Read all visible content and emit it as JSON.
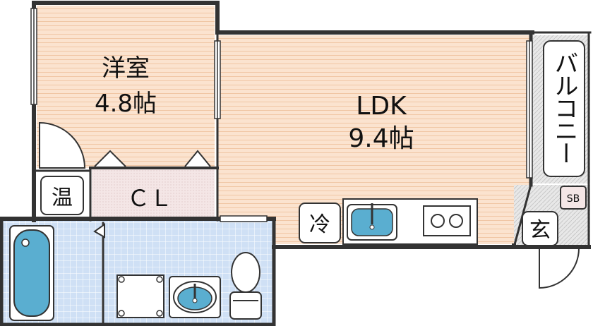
{
  "rooms": {
    "western_room": {
      "name": "洋室",
      "size": "4.8帖"
    },
    "ldk": {
      "name": "LDK",
      "size": "9.4帖"
    },
    "closet": {
      "label": "ＣＬ"
    },
    "balcony": {
      "label": "バルコニー"
    },
    "entrance": {
      "label": "玄"
    },
    "water_heater": {
      "label": "温"
    },
    "refrigerator": {
      "label": "冷"
    },
    "shoe_box": {
      "label": "SB"
    }
  },
  "colors": {
    "wood_floor": "#fbe3cf",
    "wood_line": "#f2c9a8",
    "wet_area": "#cfe0f5",
    "wet_grid": "#ffffff",
    "closet_floor": "#f3dede",
    "balcony_floor": "#e6e6e6",
    "fixture_blue": "#5aaed0",
    "wall": "#333333"
  }
}
